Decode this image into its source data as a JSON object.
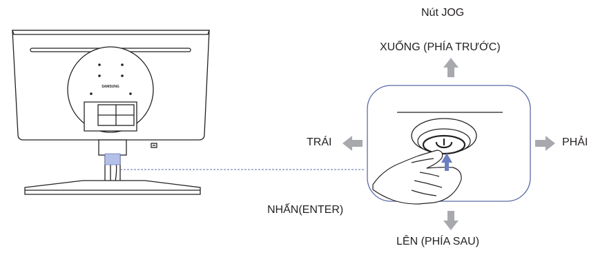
{
  "labels": {
    "title": "Nút JOG",
    "up": "XUỐNG (PHÍA TRƯỚC)",
    "down": "LÊN (PHÍA SAU)",
    "left": "TRÁI",
    "right": "PHẢI",
    "press": "NHẤN(ENTER)"
  },
  "monitor_logo": "SAMSUNG",
  "colors": {
    "line": "#231f20",
    "arrow": "#a7a9ac",
    "highlight": "#b4c0e8",
    "press_arrow": "#6c7fc1",
    "callout_border": "#5a6aa8",
    "dash": "#5a6aa8"
  }
}
